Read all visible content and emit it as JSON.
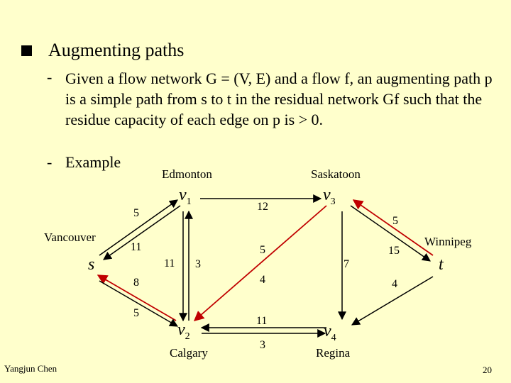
{
  "slide": {
    "heading": "Augmenting paths",
    "description": "Given a flow network G = (V, E) and a flow f, an augmenting path p is a simple path from s to t in the residual network Gf such that the residue capacity of each edge on p is > 0.",
    "example_label": "Example",
    "dash": "-",
    "author": "Yangjun Chen",
    "page_number": "20"
  },
  "graph": {
    "nodes": {
      "s": {
        "label": "s",
        "city": "Vancouver"
      },
      "v1": {
        "label": "v",
        "sub": "1",
        "city": "Edmonton"
      },
      "v2": {
        "label": "v",
        "sub": "2",
        "city": "Calgary"
      },
      "v3": {
        "label": "v",
        "sub": "3",
        "city": "Saskatoon"
      },
      "v4": {
        "label": "v",
        "sub": "4",
        "city": "Regina"
      },
      "t": {
        "label": "t",
        "city": "Winnipeg"
      }
    },
    "capacities": {
      "s_v1_top": "5",
      "s_v1_bottom": "11",
      "s_v2_top": "8",
      "s_v2_bottom": "5",
      "v1_v2_left": "11",
      "v1_v2_right": "3",
      "v1_v3": "12",
      "v3_v2": "5",
      "v4_v2_top": "4",
      "v4_v2_bottom": "11",
      "v4_v2_under": "3",
      "v3_v4": "7",
      "v3_t_top": "5",
      "v3_t_bottom": "15",
      "t_v4": "4"
    },
    "colors": {
      "path": "#c00000",
      "edge": "#000000",
      "background": "#ffffcc"
    }
  }
}
